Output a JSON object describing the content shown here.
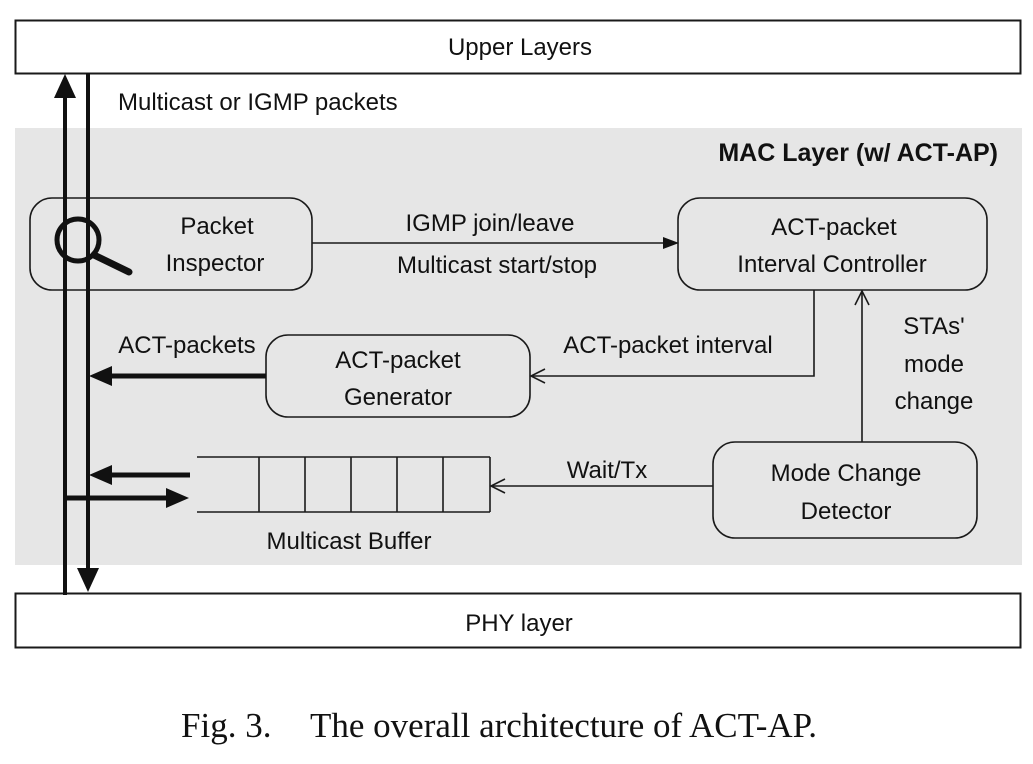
{
  "upper_layers": {
    "label": "Upper Layers"
  },
  "uplink_label": "Multicast or IGMP packets",
  "mac_layer": {
    "title": "MAC Layer (w/ ACT-AP)"
  },
  "packet_inspector": {
    "lines": [
      "Packet",
      "Inspector"
    ],
    "icon": "magnifier-icon"
  },
  "interval_controller": {
    "lines": [
      "ACT-packet",
      "Interval Controller"
    ]
  },
  "packet_generator": {
    "lines": [
      "ACT-packet",
      "Generator"
    ]
  },
  "mode_change_detector": {
    "lines": [
      "Mode Change",
      "Detector"
    ]
  },
  "multicast_buffer": {
    "label": "Multicast Buffer"
  },
  "edges": {
    "igmp_join_leave": "IGMP join/leave",
    "multicast_start_stop": "Multicast start/stop",
    "act_packet_interval": "ACT-packet interval",
    "act_packets": "ACT-packets",
    "stas_mode_change": [
      "STAs'",
      "mode",
      "change"
    ],
    "wait_tx": "Wait/Tx"
  },
  "phy_layer": {
    "label": "PHY layer"
  },
  "caption": {
    "label": "Fig. 3.",
    "text": "The overall architecture of ACT-AP."
  },
  "colors": {
    "mac_region": "#e6e6e6"
  }
}
